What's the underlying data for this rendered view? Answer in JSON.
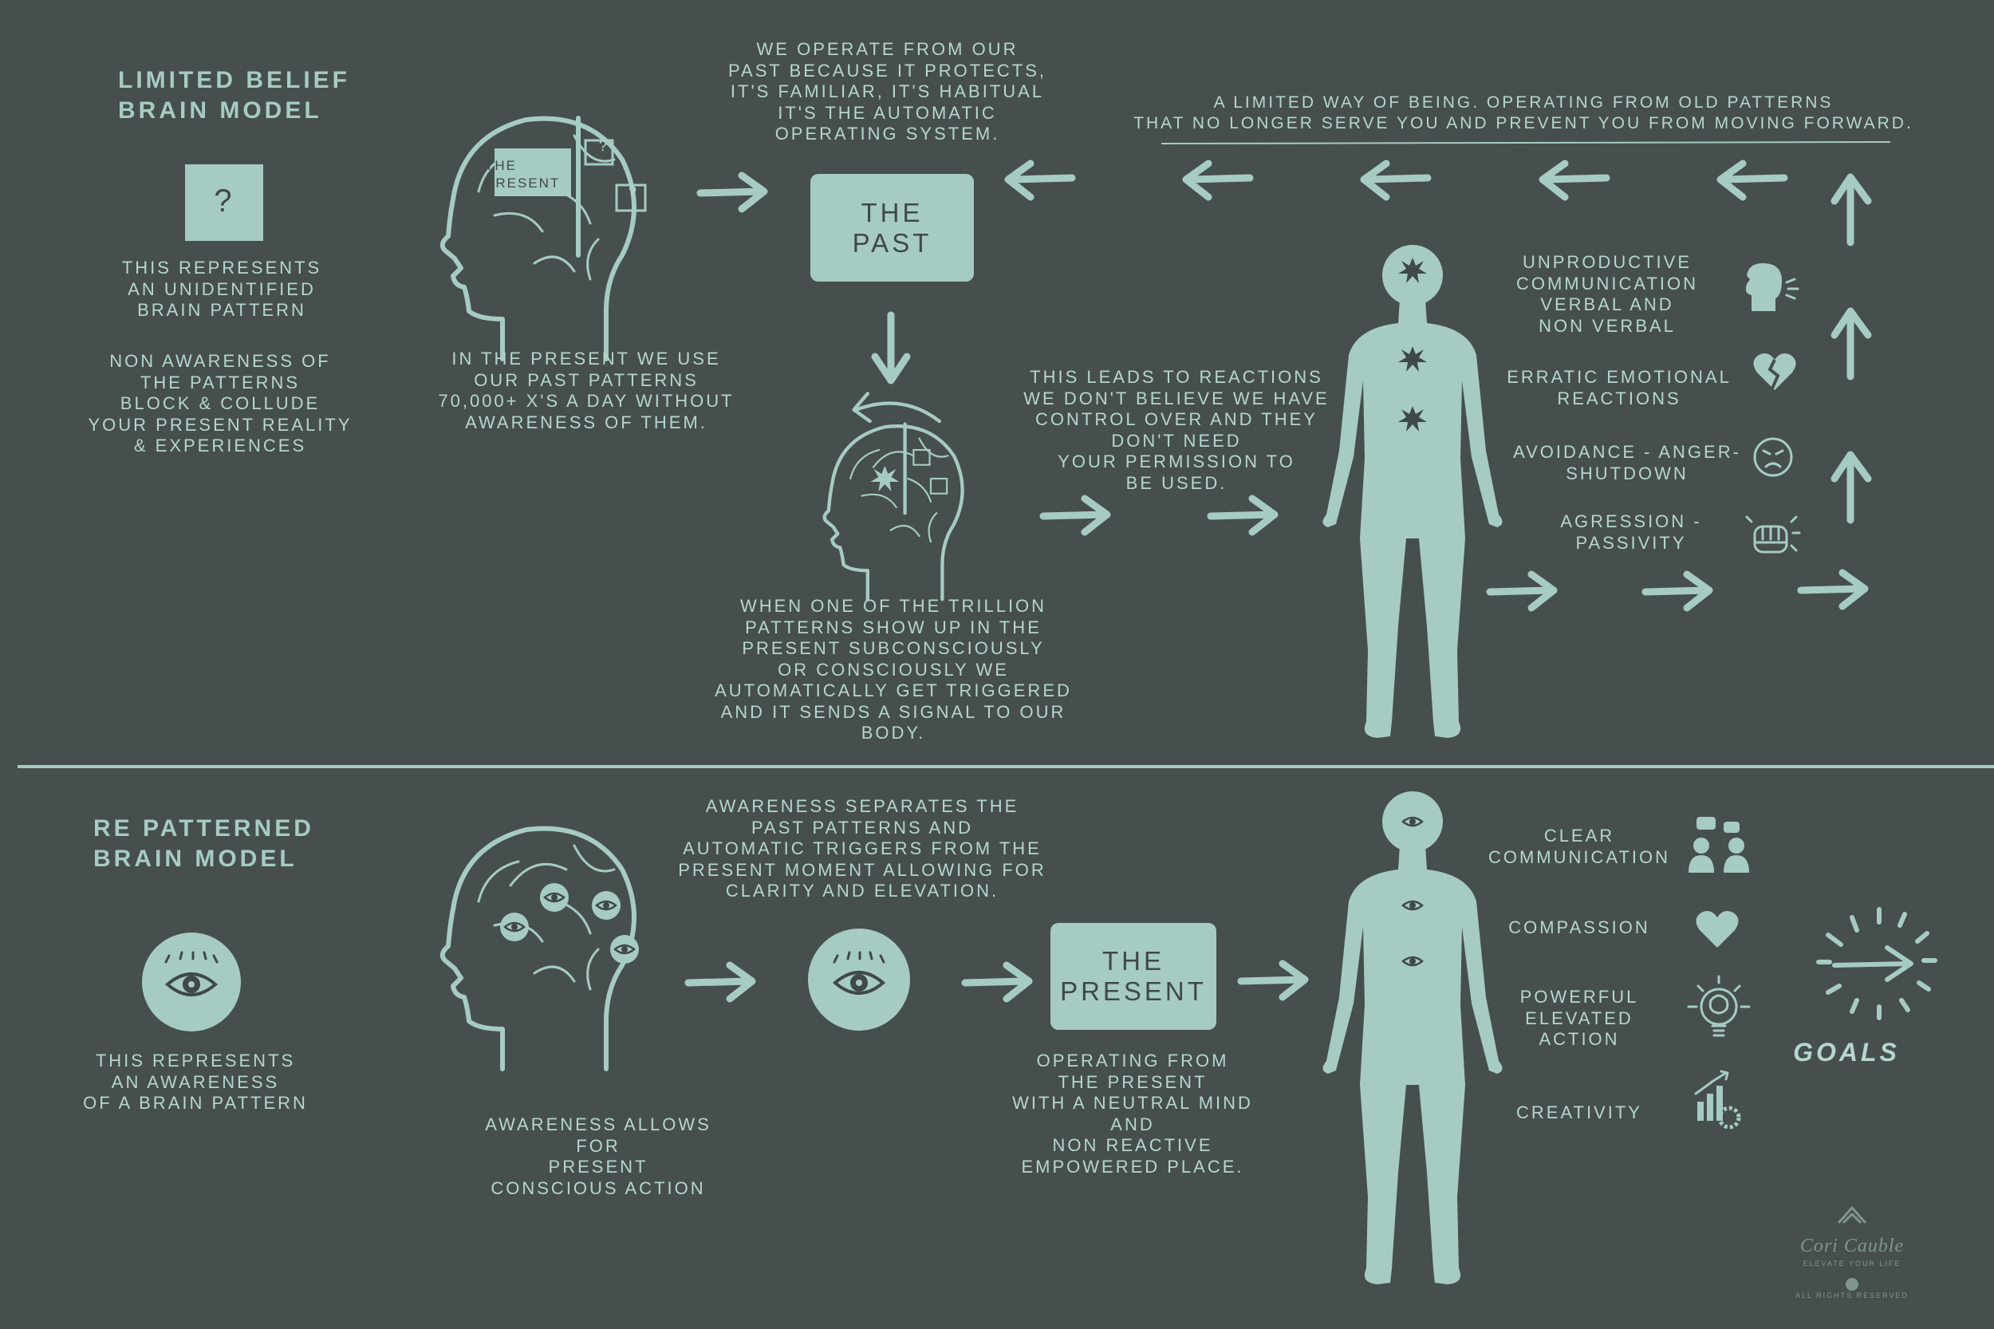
{
  "colors": {
    "background": "#464f4d",
    "accent": "#a6cbc3",
    "text": "#b6d6cf",
    "dark": "#3f4947"
  },
  "top": {
    "heading": "LIMITED BELIEF\nBRAIN MODEL",
    "qmark": "?",
    "represents": "THIS REPRESENTS\nAN UNIDENTIFIED\nBRAIN PATTERN",
    "non_awareness": "NON AWARENESS OF\nTHE PATTERNS\nBLOCK & COLLUDE\nYOUR PRESENT REALITY\n& EXPERIENCES",
    "brain_label": "THE\nPRESENT",
    "brain_q": "?",
    "present_use": "IN THE PRESENT WE USE\nOUR PAST PATTERNS\n70,000+ X'S A DAY WITHOUT\nAWARENESS OF THEM.",
    "operate_from_past": "WE OPERATE FROM OUR\nPAST BECAUSE IT PROTECTS,\nIT'S FAMILIAR, IT'S HABITUAL\nIT'S THE AUTOMATIC\nOPERATING SYSTEM.",
    "past_box": "THE\nPAST",
    "trigger_text": "WHEN ONE OF THE TRILLION\nPATTERNS SHOW UP IN THE\nPRESENT SUBCONSCIOUSLY\nOR CONSCIOUSLY WE\nAUTOMATICALLY GET TRIGGERED\nAND IT SENDS A SIGNAL TO OUR BODY.",
    "reactions_text": "THIS LEADS TO REACTIONS\nWE DON'T BELIEVE WE HAVE\nCONTROL OVER AND THEY\nDON'T NEED\nYOUR PERMISSION TO\nBE USED.",
    "limited_way": "A LIMITED WAY OF BEING. OPERATING FROM OLD PATTERNS\nTHAT NO LONGER SERVE YOU AND PREVENT YOU FROM MOVING FORWARD.",
    "reactions": [
      {
        "label": "UNPRODUCTIVE\nCOMMUNICATION\nVERBAL AND\nNON VERBAL",
        "icon": "speaking-head-icon"
      },
      {
        "label": "ERRATIC EMOTIONAL\nREACTIONS",
        "icon": "broken-heart-icon"
      },
      {
        "label": "AVOIDANCE - ANGER-\nSHUTDOWN",
        "icon": "angry-face-icon"
      },
      {
        "label": "AGRESSION -\nPASSIVITY",
        "icon": "fist-icon"
      }
    ]
  },
  "bottom": {
    "heading": "RE PATTERNED\nBRAIN MODEL",
    "represents": "THIS REPRESENTS\nAN AWARENESS\nOF A BRAIN PATTERN",
    "awareness_allows": "AWARENESS ALLOWS\nFOR\nPRESENT\nCONSCIOUS ACTION",
    "awareness_separates": "AWARENESS SEPARATES THE\nPAST PATTERNS AND\nAUTOMATIC TRIGGERS FROM THE\nPRESENT MOMENT ALLOWING FOR\nCLARITY AND ELEVATION.",
    "present_box": "THE\nPRESENT",
    "operating_text": "OPERATING FROM\nTHE PRESENT\nWITH A NEUTRAL MIND\nAND\nNON REACTIVE\nEMPOWERED PLACE.",
    "outcomes": [
      {
        "label": "CLEAR\nCOMMUNICATION",
        "icon": "people-talking-icon"
      },
      {
        "label": "COMPASSION",
        "icon": "heart-icon"
      },
      {
        "label": "POWERFUL\nELEVATED\nACTION",
        "icon": "lightbulb-brain-icon"
      },
      {
        "label": "CREATIVITY",
        "icon": "growth-gear-icon"
      }
    ],
    "goals": "GOALS"
  },
  "logo": {
    "name": "Cori Cauble",
    "tagline": "ELEVATE YOUR LIFE",
    "rights": "ALL RIGHTS RESERVED"
  }
}
